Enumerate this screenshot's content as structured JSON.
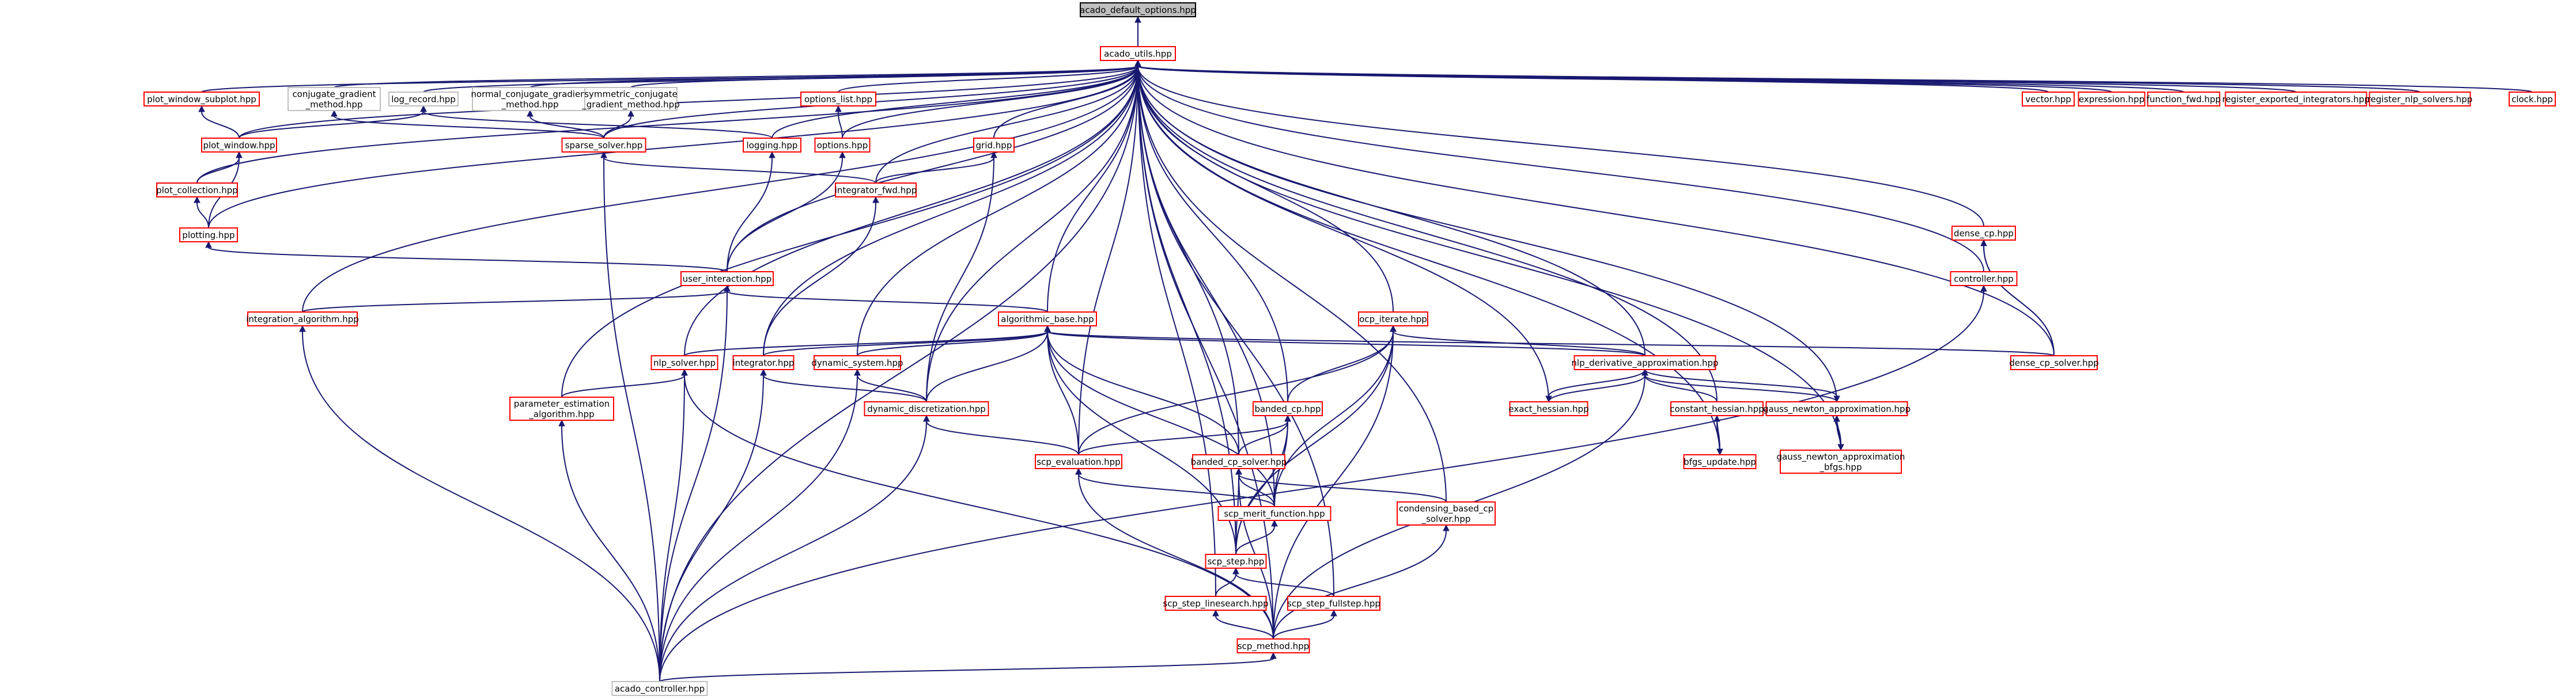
{
  "diagram": {
    "nodes": [
      {
        "id": "root",
        "lines": [
          "acado_default_options.hpp"
        ],
        "kind": "root"
      },
      {
        "id": "utils",
        "lines": [
          "acado_utils.hpp"
        ],
        "kind": "red"
      },
      {
        "id": "plot_window_subplot",
        "lines": [
          "plot_window_subplot.hpp"
        ],
        "kind": "red"
      },
      {
        "id": "conjugate_gradient",
        "lines": [
          "conjugate_gradient",
          "_method.hpp"
        ],
        "kind": "black"
      },
      {
        "id": "log_record",
        "lines": [
          "log_record.hpp"
        ],
        "kind": "black"
      },
      {
        "id": "normal_cg",
        "lines": [
          "normal_conjugate_gradient",
          "_method.hpp"
        ],
        "kind": "black"
      },
      {
        "id": "symmetric_cg",
        "lines": [
          "symmetric_conjugate",
          "_gradient_method.hpp"
        ],
        "kind": "black"
      },
      {
        "id": "options_list",
        "lines": [
          "options_list.hpp"
        ],
        "kind": "red"
      },
      {
        "id": "vector",
        "lines": [
          "vector.hpp"
        ],
        "kind": "red"
      },
      {
        "id": "expression",
        "lines": [
          "expression.hpp"
        ],
        "kind": "red"
      },
      {
        "id": "function_fwd",
        "lines": [
          "function_fwd.hpp"
        ],
        "kind": "red"
      },
      {
        "id": "register_exported_integrators",
        "lines": [
          "register_exported_integrators.hpp"
        ],
        "kind": "red"
      },
      {
        "id": "register_nlp_solvers",
        "lines": [
          "register_nlp_solvers.hpp"
        ],
        "kind": "red"
      },
      {
        "id": "clock",
        "lines": [
          "clock.hpp"
        ],
        "kind": "red"
      },
      {
        "id": "plot_window",
        "lines": [
          "plot_window.hpp"
        ],
        "kind": "red"
      },
      {
        "id": "sparse_solver",
        "lines": [
          "sparse_solver.hpp"
        ],
        "kind": "red"
      },
      {
        "id": "logging",
        "lines": [
          "logging.hpp"
        ],
        "kind": "red"
      },
      {
        "id": "options",
        "lines": [
          "options.hpp"
        ],
        "kind": "red"
      },
      {
        "id": "grid",
        "lines": [
          "grid.hpp"
        ],
        "kind": "red"
      },
      {
        "id": "plot_collection",
        "lines": [
          "plot_collection.hpp"
        ],
        "kind": "red"
      },
      {
        "id": "integrator_fwd",
        "lines": [
          "integrator_fwd.hpp"
        ],
        "kind": "red"
      },
      {
        "id": "dense_cp",
        "lines": [
          "dense_cp.hpp"
        ],
        "kind": "red"
      },
      {
        "id": "plotting",
        "lines": [
          "plotting.hpp"
        ],
        "kind": "red"
      },
      {
        "id": "controller",
        "lines": [
          "controller.hpp"
        ],
        "kind": "red"
      },
      {
        "id": "user_interaction",
        "lines": [
          "user_interaction.hpp"
        ],
        "kind": "red"
      },
      {
        "id": "integration_algorithm",
        "lines": [
          "integration_algorithm.hpp"
        ],
        "kind": "red"
      },
      {
        "id": "algorithmic_base",
        "lines": [
          "algorithmic_base.hpp"
        ],
        "kind": "red"
      },
      {
        "id": "ocp_iterate",
        "lines": [
          "ocp_iterate.hpp"
        ],
        "kind": "red"
      },
      {
        "id": "nlp_solver",
        "lines": [
          "nlp_solver.hpp"
        ],
        "kind": "red"
      },
      {
        "id": "integrator",
        "lines": [
          "integrator.hpp"
        ],
        "kind": "red"
      },
      {
        "id": "dynamic_system",
        "lines": [
          "dynamic_system.hpp"
        ],
        "kind": "red"
      },
      {
        "id": "nlp_derivative_approximation",
        "lines": [
          "nlp_derivative_approximation.hpp"
        ],
        "kind": "red"
      },
      {
        "id": "dense_cp_solver",
        "lines": [
          "dense_cp_solver.hpp"
        ],
        "kind": "red"
      },
      {
        "id": "parameter_estimation",
        "lines": [
          "parameter_estimation",
          "_algorithm.hpp"
        ],
        "kind": "red"
      },
      {
        "id": "dynamic_discretization",
        "lines": [
          "dynamic_discretization.hpp"
        ],
        "kind": "red"
      },
      {
        "id": "banded_cp",
        "lines": [
          "banded_cp.hpp"
        ],
        "kind": "red"
      },
      {
        "id": "exact_hessian",
        "lines": [
          "exact_hessian.hpp"
        ],
        "kind": "red"
      },
      {
        "id": "constant_hessian",
        "lines": [
          "constant_hessian.hpp"
        ],
        "kind": "red"
      },
      {
        "id": "gauss_newton",
        "lines": [
          "gauss_newton_approximation.hpp"
        ],
        "kind": "red"
      },
      {
        "id": "scp_evaluation",
        "lines": [
          "scp_evaluation.hpp"
        ],
        "kind": "red"
      },
      {
        "id": "banded_cp_solver",
        "lines": [
          "banded_cp_solver.hpp"
        ],
        "kind": "red"
      },
      {
        "id": "bfgs_update",
        "lines": [
          "bfgs_update.hpp"
        ],
        "kind": "red"
      },
      {
        "id": "gauss_newton_bfgs",
        "lines": [
          "gauss_newton_approximation",
          "_bfgs.hpp"
        ],
        "kind": "red"
      },
      {
        "id": "scp_merit_function",
        "lines": [
          "scp_merit_function.hpp"
        ],
        "kind": "red"
      },
      {
        "id": "condensing_based",
        "lines": [
          "condensing_based_cp",
          "_solver.hpp"
        ],
        "kind": "red"
      },
      {
        "id": "scp_step",
        "lines": [
          "scp_step.hpp"
        ],
        "kind": "red"
      },
      {
        "id": "scp_step_linesearch",
        "lines": [
          "scp_step_linesearch.hpp"
        ],
        "kind": "red"
      },
      {
        "id": "scp_step_fullstep",
        "lines": [
          "scp_step_fullstep.hpp"
        ],
        "kind": "red"
      },
      {
        "id": "scp_method",
        "lines": [
          "scp_method.hpp"
        ],
        "kind": "red"
      },
      {
        "id": "acado_controller",
        "lines": [
          "acado_controller.hpp"
        ],
        "kind": "black"
      }
    ],
    "edges": [
      [
        "utils",
        "root"
      ],
      [
        "plot_window_subplot",
        "utils"
      ],
      [
        "conjugate_gradient",
        "utils"
      ],
      [
        "log_record",
        "utils"
      ],
      [
        "normal_cg",
        "utils"
      ],
      [
        "symmetric_cg",
        "utils"
      ],
      [
        "options_list",
        "utils"
      ],
      [
        "vector",
        "utils"
      ],
      [
        "expression",
        "utils"
      ],
      [
        "function_fwd",
        "utils"
      ],
      [
        "register_exported_integrators",
        "utils"
      ],
      [
        "register_nlp_solvers",
        "utils"
      ],
      [
        "clock",
        "utils"
      ],
      [
        "plot_window",
        "utils"
      ],
      [
        "sparse_solver",
        "utils"
      ],
      [
        "logging",
        "utils"
      ],
      [
        "options",
        "utils"
      ],
      [
        "grid",
        "utils"
      ],
      [
        "plot_collection",
        "utils"
      ],
      [
        "integrator_fwd",
        "utils"
      ],
      [
        "dense_cp",
        "utils"
      ],
      [
        "plotting",
        "utils"
      ],
      [
        "controller",
        "utils"
      ],
      [
        "user_interaction",
        "utils"
      ],
      [
        "integration_algorithm",
        "utils"
      ],
      [
        "algorithmic_base",
        "utils"
      ],
      [
        "ocp_iterate",
        "utils"
      ],
      [
        "nlp_solver",
        "utils"
      ],
      [
        "integrator",
        "utils"
      ],
      [
        "dynamic_system",
        "utils"
      ],
      [
        "nlp_derivative_approximation",
        "utils"
      ],
      [
        "dense_cp_solver",
        "utils"
      ],
      [
        "parameter_estimation",
        "utils"
      ],
      [
        "dynamic_discretization",
        "utils"
      ],
      [
        "banded_cp",
        "utils"
      ],
      [
        "exact_hessian",
        "utils"
      ],
      [
        "constant_hessian",
        "utils"
      ],
      [
        "gauss_newton",
        "utils"
      ],
      [
        "scp_evaluation",
        "utils"
      ],
      [
        "banded_cp_solver",
        "utils"
      ],
      [
        "bfgs_update",
        "utils"
      ],
      [
        "gauss_newton_bfgs",
        "utils"
      ],
      [
        "scp_merit_function",
        "utils"
      ],
      [
        "condensing_based",
        "utils"
      ],
      [
        "scp_step",
        "utils"
      ],
      [
        "scp_step_linesearch",
        "utils"
      ],
      [
        "scp_step_fullstep",
        "utils"
      ],
      [
        "scp_method",
        "utils"
      ],
      [
        "acado_controller",
        "utils"
      ],
      [
        "plot_window",
        "plot_window_subplot"
      ],
      [
        "plot_window",
        "log_record"
      ],
      [
        "sparse_solver",
        "conjugate_gradient"
      ],
      [
        "sparse_solver",
        "normal_cg"
      ],
      [
        "sparse_solver",
        "symmetric_cg"
      ],
      [
        "logging",
        "log_record"
      ],
      [
        "options",
        "options_list"
      ],
      [
        "plot_collection",
        "plot_window"
      ],
      [
        "plotting",
        "plot_window"
      ],
      [
        "plotting",
        "plot_collection"
      ],
      [
        "integrator_fwd",
        "sparse_solver"
      ],
      [
        "integrator_fwd",
        "grid"
      ],
      [
        "user_interaction",
        "plotting"
      ],
      [
        "user_interaction",
        "logging"
      ],
      [
        "user_interaction",
        "options"
      ],
      [
        "integration_algorithm",
        "user_interaction"
      ],
      [
        "algorithmic_base",
        "user_interaction"
      ],
      [
        "nlp_solver",
        "algorithmic_base"
      ],
      [
        "integrator",
        "integrator_fwd"
      ],
      [
        "integrator",
        "algorithmic_base"
      ],
      [
        "dynamic_system",
        "algorithmic_base"
      ],
      [
        "dynamic_discretization",
        "algorithmic_base"
      ],
      [
        "dynamic_discretization",
        "grid"
      ],
      [
        "dynamic_discretization",
        "integrator"
      ],
      [
        "dynamic_discretization",
        "dynamic_system"
      ],
      [
        "nlp_derivative_approximation",
        "algorithmic_base"
      ],
      [
        "nlp_derivative_approximation",
        "ocp_iterate"
      ],
      [
        "dense_cp_solver",
        "dense_cp"
      ],
      [
        "dense_cp_solver",
        "algorithmic_base"
      ],
      [
        "parameter_estimation",
        "nlp_solver"
      ],
      [
        "exact_hessian",
        "nlp_derivative_approximation"
      ],
      [
        "nlp_derivative_approximation",
        "exact_hessian"
      ],
      [
        "constant_hessian",
        "nlp_derivative_approximation"
      ],
      [
        "gauss_newton",
        "nlp_derivative_approximation"
      ],
      [
        "nlp_derivative_approximation",
        "gauss_newton"
      ],
      [
        "bfgs_update",
        "constant_hessian"
      ],
      [
        "constant_hessian",
        "bfgs_update"
      ],
      [
        "gauss_newton_bfgs",
        "gauss_newton"
      ],
      [
        "gauss_newton",
        "gauss_newton_bfgs"
      ],
      [
        "banded_cp",
        "ocp_iterate"
      ],
      [
        "scp_evaluation",
        "ocp_iterate"
      ],
      [
        "scp_evaluation",
        "banded_cp"
      ],
      [
        "scp_evaluation",
        "algorithmic_base"
      ],
      [
        "scp_evaluation",
        "dynamic_discretization"
      ],
      [
        "banded_cp_solver",
        "banded_cp"
      ],
      [
        "banded_cp_solver",
        "algorithmic_base"
      ],
      [
        "scp_merit_function",
        "scp_evaluation"
      ],
      [
        "scp_merit_function",
        "banded_cp_solver"
      ],
      [
        "scp_merit_function",
        "ocp_iterate"
      ],
      [
        "scp_merit_function",
        "banded_cp"
      ],
      [
        "scp_merit_function",
        "algorithmic_base"
      ],
      [
        "condensing_based",
        "banded_cp_solver"
      ],
      [
        "scp_step",
        "scp_merit_function"
      ],
      [
        "scp_step",
        "banded_cp_solver"
      ],
      [
        "scp_step",
        "ocp_iterate"
      ],
      [
        "scp_step",
        "banded_cp"
      ],
      [
        "scp_step",
        "algorithmic_base"
      ],
      [
        "scp_step_linesearch",
        "scp_step"
      ],
      [
        "scp_step_fullstep",
        "scp_step"
      ],
      [
        "scp_method",
        "scp_step_linesearch"
      ],
      [
        "scp_method",
        "scp_step_fullstep"
      ],
      [
        "scp_method",
        "condensing_based"
      ],
      [
        "scp_method",
        "scp_evaluation"
      ],
      [
        "scp_method",
        "banded_cp_solver"
      ],
      [
        "scp_method",
        "nlp_derivative_approximation"
      ],
      [
        "scp_method",
        "ocp_iterate"
      ],
      [
        "scp_method",
        "nlp_solver"
      ],
      [
        "acado_controller",
        "scp_method"
      ],
      [
        "acado_controller",
        "nlp_solver"
      ],
      [
        "acado_controller",
        "integrator"
      ],
      [
        "acado_controller",
        "dynamic_system"
      ],
      [
        "acado_controller",
        "dynamic_discretization"
      ],
      [
        "acado_controller",
        "user_interaction"
      ],
      [
        "acado_controller",
        "controller"
      ],
      [
        "acado_controller",
        "integration_algorithm"
      ],
      [
        "acado_controller",
        "parameter_estimation"
      ],
      [
        "acado_controller",
        "sparse_solver"
      ],
      [
        "dense_cp_solver",
        "dense_cp"
      ]
    ]
  }
}
